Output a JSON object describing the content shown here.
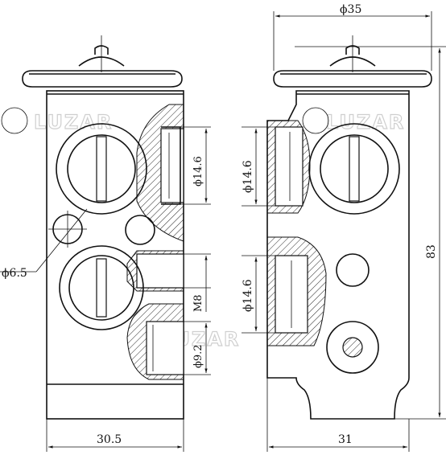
{
  "watermark": {
    "text": "LUZAR"
  },
  "dimensions": {
    "top_width": "ϕ35",
    "height": "83",
    "left_width": "30.5",
    "right_width": "31",
    "left_port_diameter": "ϕ14.6",
    "left_hole_diameter": "ϕ6.5",
    "thread": "M8",
    "small_port_diameter": "ϕ9.2",
    "right_upper_port_diameter": "ϕ14.6",
    "right_lower_port_diameter": "ϕ14.6"
  }
}
